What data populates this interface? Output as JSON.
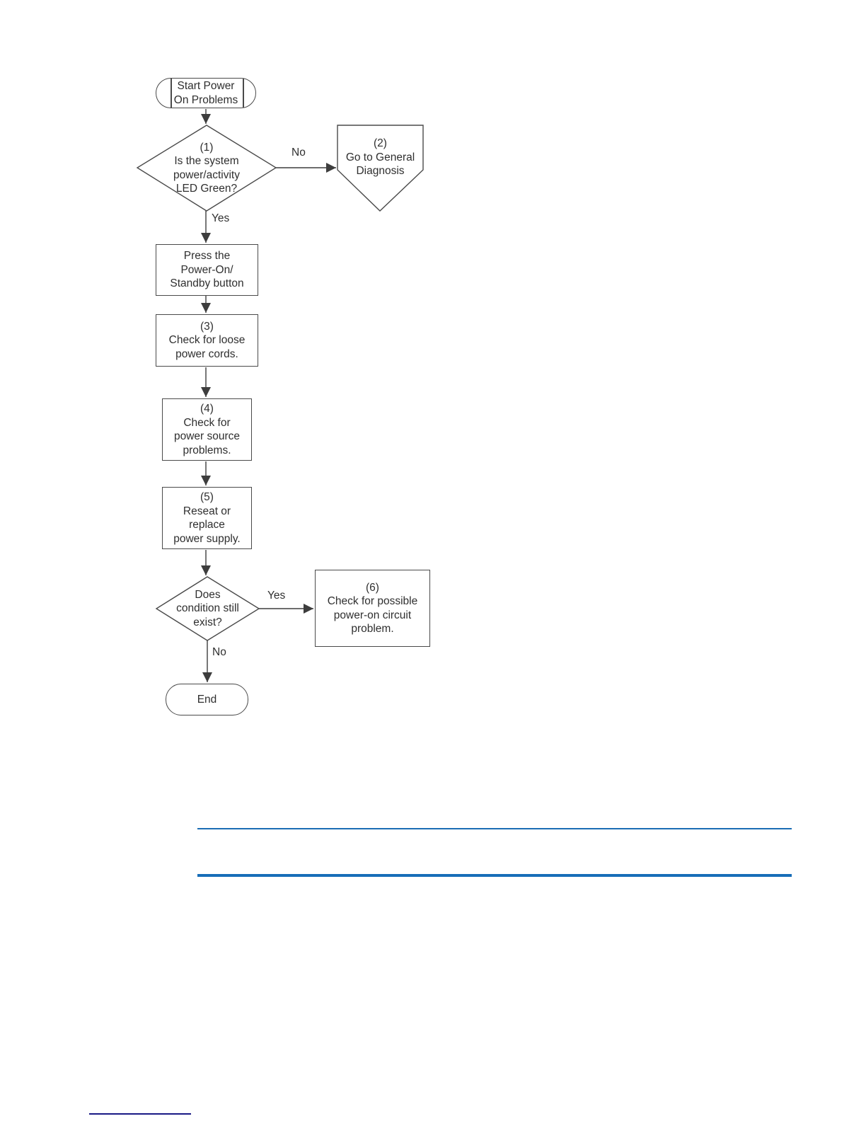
{
  "flowchart": {
    "nodes": {
      "start": {
        "shape": "terminator",
        "label": "Start Power\nOn Problems"
      },
      "decision1": {
        "shape": "decision",
        "label": "(1)\nIs the system\npower/activity\nLED Green?"
      },
      "general_diagnosis": {
        "shape": "offpage-connector",
        "label": "(2)\nGo to General\nDiagnosis"
      },
      "press_button": {
        "shape": "process",
        "label": "Press the\nPower-On/\nStandby button"
      },
      "loose_cords": {
        "shape": "process",
        "label": "(3)\nCheck for loose\npower cords."
      },
      "power_source": {
        "shape": "process",
        "label": "(4)\nCheck for\npower source\nproblems."
      },
      "reseat_supply": {
        "shape": "process",
        "label": "(5)\nReseat or\nreplace\npower supply."
      },
      "decision2": {
        "shape": "decision",
        "label": "Does\ncondition still\nexist?"
      },
      "circuit_problem": {
        "shape": "process",
        "label": "(6)\nCheck for possible\npower-on circuit\nproblem."
      },
      "end": {
        "shape": "terminator",
        "label": "End"
      }
    },
    "edge_labels": {
      "decision1_no": "No",
      "decision1_yes": "Yes",
      "decision2_yes": "Yes",
      "decision2_no": "No"
    },
    "colors": {
      "shape_line": "#4a4a4a",
      "text": "#2f2f2f"
    }
  },
  "rules": {
    "thin_rule_color": "#1b6db4",
    "thick_rule_color": "#176db8",
    "footnote_rule_color": "#191985"
  }
}
